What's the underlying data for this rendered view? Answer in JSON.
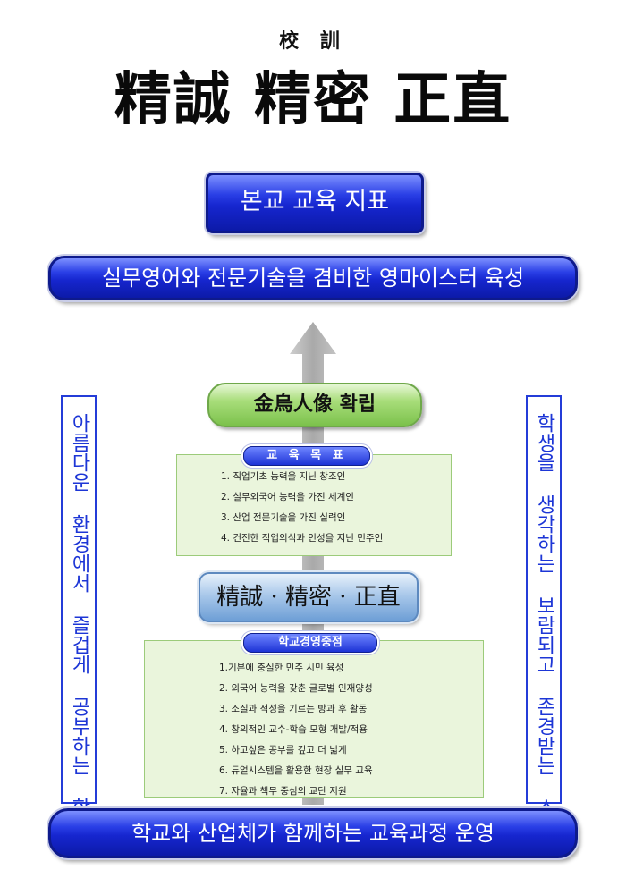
{
  "header": {
    "motto_label": "校 訓",
    "motto": "精誠 精密 正直"
  },
  "vision": {
    "title": "본교 교육 지표",
    "goal": "실무영어와 전문기술을 겸비한 영마이스터 육성"
  },
  "side": {
    "left": "아름다운 환경에서 즐겁게 공부하는 학교",
    "right": "학생을 생각하는 보람되고 존경받는 스승"
  },
  "ideal": "金烏人像 확립",
  "education_goals": {
    "label": "교 육 목 표",
    "items": [
      "1. 직업기초 능력을 지닌 창조인",
      "2. 실무외국어 능력을 가진 세계인",
      "3. 산업 전문기술을 가진 실력인",
      "4. 건전한 직업의식과 인성을 지닌 민주인"
    ]
  },
  "motto_mid": "精誠 · 精密 · 正直",
  "management": {
    "label": "학교경영중점",
    "items": [
      "1.기본에 충실한 민주 시민 육성",
      "2. 외국어 능력을 갖춘 글로벌 인재양성",
      "3. 소질과 적성을 기르는 방과 후 활동",
      "4. 창의적인 교수-학습 모형 개발/적용",
      "5. 하고싶은 공부를 깊고 더 넓게",
      "6. 듀얼시스템을 활용한 현장 실무 교육",
      "7. 자율과 책무 중심의 교단 지원"
    ]
  },
  "bottom": "학교와 산업체가 함께하는 교육과정 운영",
  "colors": {
    "blue": "#1626cf",
    "green": "#7cc24c",
    "arrow": "#b5b5b5"
  }
}
